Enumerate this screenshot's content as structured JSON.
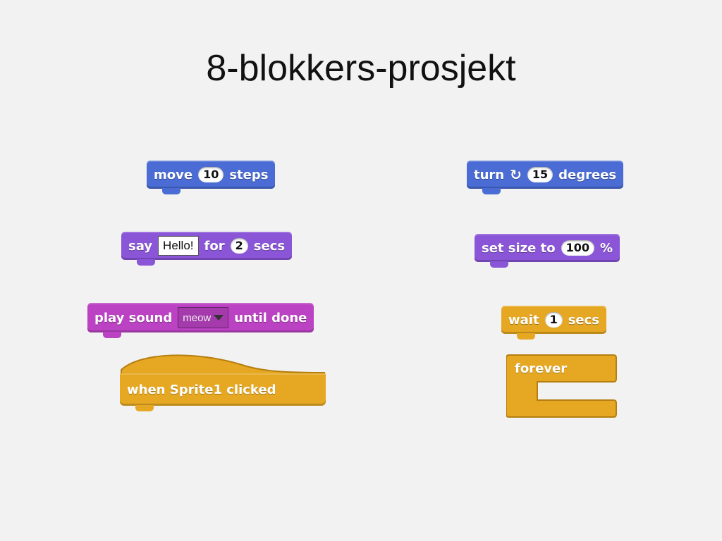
{
  "slide": {
    "title": "8-blokkers-prosjekt"
  },
  "colors": {
    "motion": "#4a6cd4",
    "looks": "#8a55d7",
    "sound": "#bb42c3",
    "control": "#e6a822"
  },
  "blocks": {
    "move": {
      "word1": "move",
      "value": "10",
      "word2": "steps"
    },
    "turn": {
      "word1": "turn",
      "icon": "rotate-clockwise-icon",
      "value": "15",
      "word2": "degrees"
    },
    "say": {
      "word1": "say",
      "text": "Hello!",
      "word2": "for",
      "value": "2",
      "word3": "secs"
    },
    "set_size": {
      "word1": "set size to",
      "value": "100",
      "word2": "%"
    },
    "play_sound": {
      "word1": "play sound",
      "selected": "meow",
      "word2": "until done"
    },
    "wait": {
      "word1": "wait",
      "value": "1",
      "word2": "secs"
    },
    "when_clicked": {
      "label": "when Sprite1 clicked"
    },
    "forever": {
      "label": "forever"
    }
  }
}
